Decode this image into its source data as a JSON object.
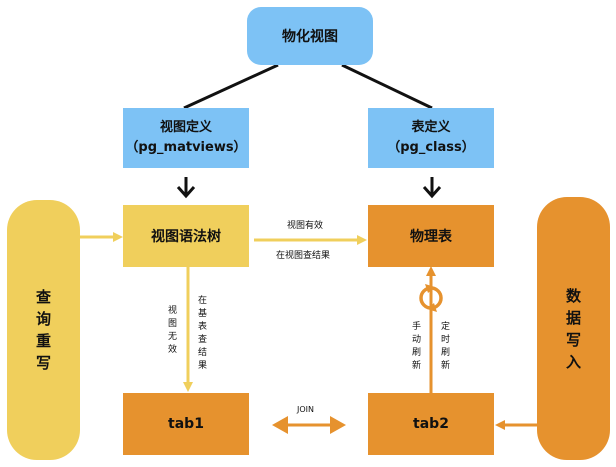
{
  "root": {
    "label": "物化视图"
  },
  "view_def": {
    "line1": "视图定义",
    "line2": "（pg_matviews）"
  },
  "table_def": {
    "line1": "表定义",
    "line2": "（pg_class）"
  },
  "view_tree": {
    "label": "视图语法树"
  },
  "physical_table": {
    "label": "物理表"
  },
  "tab1": {
    "label": "tab1"
  },
  "tab2": {
    "label": "tab2"
  },
  "query_rewrite": {
    "chars": [
      "查",
      "询",
      "重",
      "写"
    ]
  },
  "data_write": {
    "chars": [
      "数",
      "据",
      "写",
      "入"
    ]
  },
  "edges": {
    "view_valid": "视图有效",
    "query_on_view": "在视图查结果",
    "view_invalid": [
      "视",
      "图",
      "无",
      "效"
    ],
    "query_on_base": [
      "在",
      "基",
      "表",
      "查",
      "结",
      "果"
    ],
    "manual_refresh": [
      "手",
      "动",
      "刷",
      "新"
    ],
    "timed_refresh": [
      "定",
      "时",
      "刷",
      "新"
    ],
    "join": "JOIN"
  },
  "colors": {
    "blue": "#7dc2f5",
    "yellow": "#f0cf5c",
    "orange": "#e6922e",
    "line": "#111111"
  }
}
